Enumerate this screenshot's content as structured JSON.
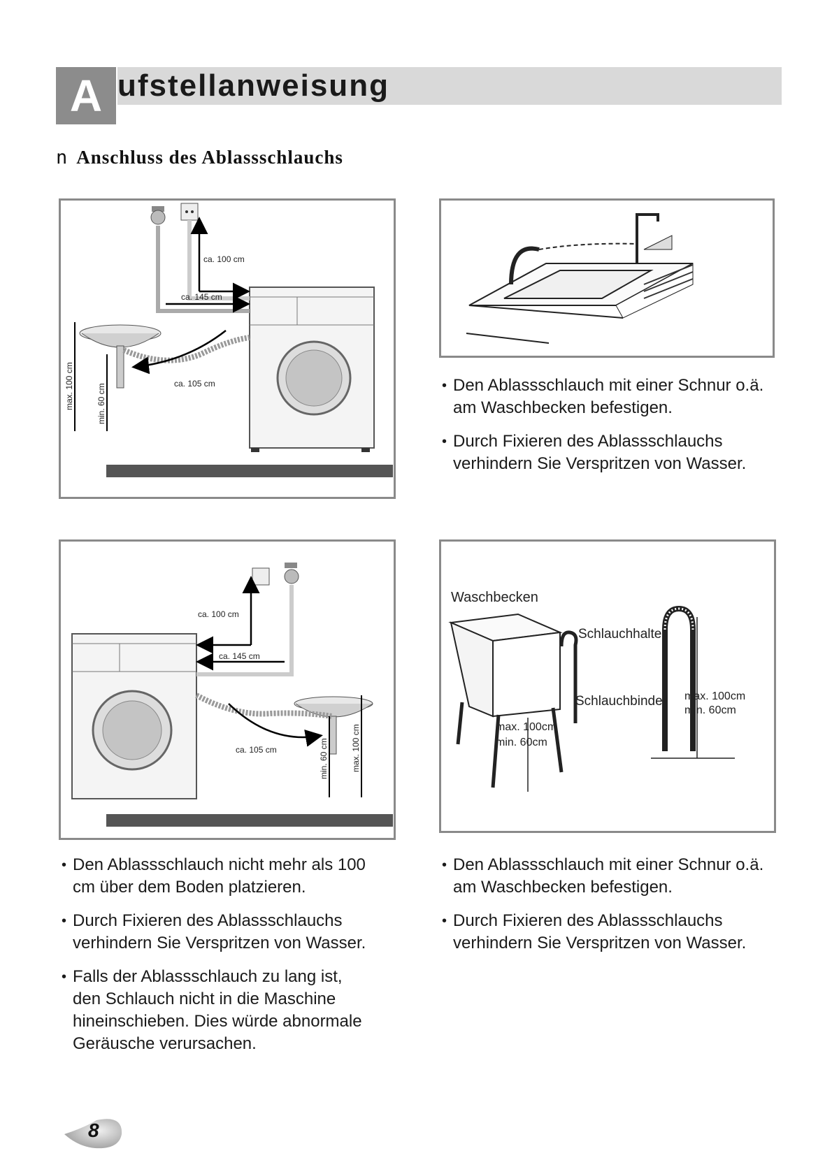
{
  "header": {
    "initial": "A",
    "title": "ufstellanweisung"
  },
  "section": {
    "bullet": "n",
    "title": "Anschluss des Ablassschlauchs"
  },
  "figure1": {
    "label_100": "ca. 100 cm",
    "label_145": "ca. 145 cm",
    "label_105": "ca. 105 cm",
    "label_max": "max. 100 cm",
    "label_min": "min. 60 cm"
  },
  "figure3": {
    "label_100": "ca. 100 cm",
    "label_145": "ca. 145 cm",
    "label_105": "ca. 105 cm",
    "label_max": "max. 100 cm",
    "label_min": "min. 60 cm"
  },
  "figure4": {
    "waschbecken": "Waschbecken",
    "schlauchhalter": "Schlauchhalter",
    "schlauchbinder": "Schlauchbinder",
    "max_left": "max. 100cm",
    "min_left": "min. 60cm",
    "max_right": "max. 100cm",
    "min_right": "min. 60cm"
  },
  "top_right_text": {
    "items": [
      {
        "line1": "Den Ablassschlauch mit einer Schnur o.ä.",
        "line2": "am Waschbecken befestigen."
      },
      {
        "line1": "Durch Fixieren des Ablassschlauchs",
        "line2": "verhindern Sie Verspritzen von Wasser."
      }
    ]
  },
  "bottom_left_text": {
    "items": [
      {
        "line1": "Den Ablassschlauch nicht mehr als 100",
        "line2": "cm über dem Boden platzieren."
      },
      {
        "line1": "Durch Fixieren des Ablassschlauchs",
        "line2": "verhindern Sie Verspritzen von Wasser."
      },
      {
        "line1": "Falls der Ablassschlauch zu lang ist,",
        "line2": "den Schlauch nicht in die Maschine",
        "line3": "hineinschieben. Dies würde abnormale",
        "line4": "Geräusche verursachen."
      }
    ]
  },
  "bottom_right_text": {
    "items": [
      {
        "line1": "Den Ablassschlauch mit einer Schnur o.ä.",
        "line2": "am Waschbecken befestigen."
      },
      {
        "line1": "Durch Fixieren des Ablassschlauchs",
        "line2": "verhindern Sie Verspritzen von Wasser."
      }
    ]
  },
  "page_number": "8"
}
